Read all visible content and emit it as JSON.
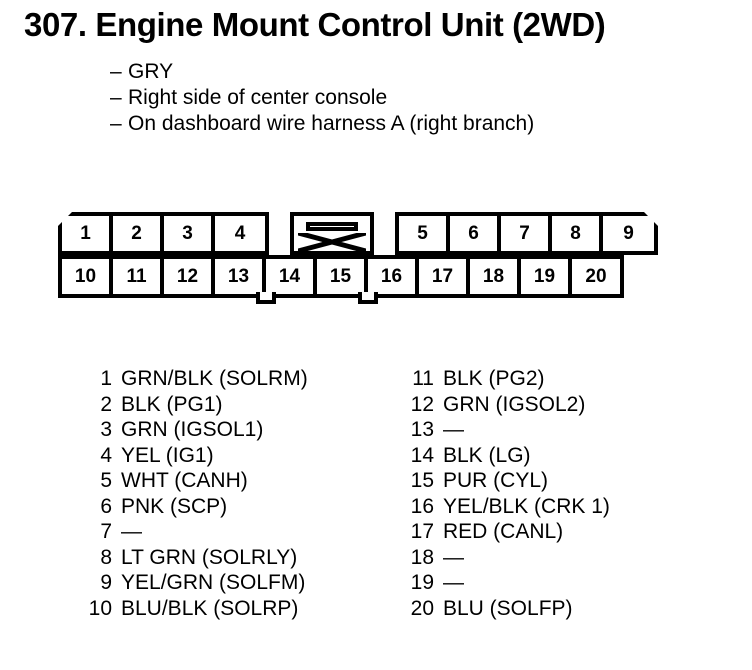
{
  "header": {
    "title": "307. Engine Mount Control Unit (2WD)",
    "bullets": [
      {
        "dash": "–",
        "text": "GRY"
      },
      {
        "dash": "–",
        "text": "Right side of center console"
      },
      {
        "dash": "–",
        "text": "On dashboard wire harness A (right branch)"
      }
    ]
  },
  "connector": {
    "top_row": [
      "1",
      "2",
      "3",
      "4",
      "5",
      "6",
      "7",
      "8",
      "9"
    ],
    "bottom_row": [
      "10",
      "11",
      "12",
      "13",
      "14",
      "15",
      "16",
      "17",
      "18",
      "19",
      "20"
    ],
    "lock_tab_icon": "connector-latch-icon"
  },
  "pins": {
    "left_column": [
      {
        "num": "1",
        "label": "GRN/BLK (SOLRM)"
      },
      {
        "num": "2",
        "label": "BLK (PG1)"
      },
      {
        "num": "3",
        "label": "GRN (IGSOL1)"
      },
      {
        "num": "4",
        "label": "YEL (IG1)"
      },
      {
        "num": "5",
        "label": "WHT (CANH)"
      },
      {
        "num": "6",
        "label": "PNK (SCP)"
      },
      {
        "num": "7",
        "label": "—"
      },
      {
        "num": "8",
        "label": "LT GRN (SOLRLY)"
      },
      {
        "num": "9",
        "label": "YEL/GRN (SOLFM)"
      },
      {
        "num": "10",
        "label": "BLU/BLK (SOLRP)"
      }
    ],
    "right_column": [
      {
        "num": "11",
        "label": "BLK (PG2)"
      },
      {
        "num": "12",
        "label": "GRN (IGSOL2)"
      },
      {
        "num": "13",
        "label": "—"
      },
      {
        "num": "14",
        "label": "BLK (LG)"
      },
      {
        "num": "15",
        "label": "PUR (CYL)"
      },
      {
        "num": "16",
        "label": "YEL/BLK (CRK 1)"
      },
      {
        "num": "17",
        "label": "RED (CANL)"
      },
      {
        "num": "18",
        "label": "—"
      },
      {
        "num": "19",
        "label": "—"
      },
      {
        "num": "20",
        "label": "BLU (SOLFP)"
      }
    ]
  },
  "colors": {
    "ink": "#000000",
    "paper": "#ffffff"
  }
}
